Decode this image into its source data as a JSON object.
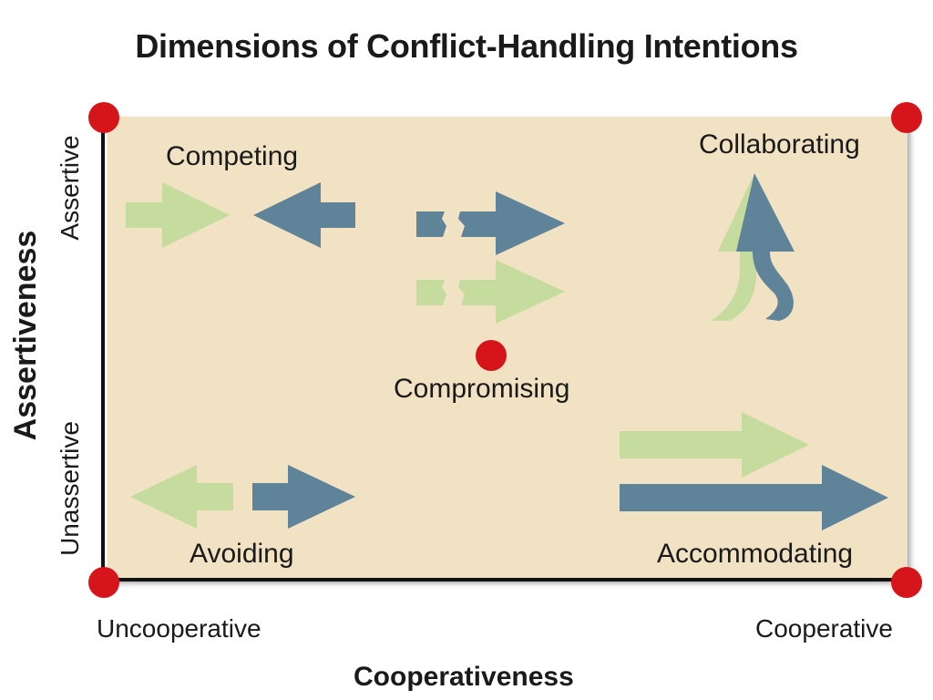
{
  "title": "Dimensions of Conflict-Handling Intentions",
  "axes": {
    "y_title": "Assertiveness",
    "y_high": "Assertive",
    "y_low": "Unassertive",
    "x_title": "Cooperativeness",
    "x_low": "Uncooperative",
    "x_high": "Cooperative"
  },
  "styles": {
    "competing": "Competing",
    "collaborating": "Collaborating",
    "compromising": "Compromising",
    "avoiding": "Avoiding",
    "accommodating": "Accommodating"
  },
  "colors": {
    "background": "#f2e2c4",
    "green_arrow": "#c6dc9f",
    "blue_arrow": "#5f8399",
    "dot": "#d6151b"
  }
}
